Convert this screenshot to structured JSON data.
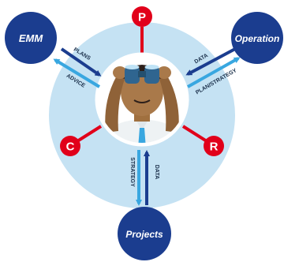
{
  "nodes": {
    "emm": "EMM",
    "operation": "Operation",
    "projects": "Projects"
  },
  "markers": {
    "p": "P",
    "c": "C",
    "r": "R"
  },
  "arrows": {
    "plans": "PLANS",
    "advice": "ADVICE",
    "data_right": "DATA",
    "plan_strategy": "PLAN/STRATEGY",
    "strategy": "STRATEGY",
    "data_bottom": "DATA"
  },
  "colors": {
    "dark_blue": "#1b3d8f",
    "light_blue": "#39a7e0",
    "halo": "#c5e2f3",
    "red": "#e1001a"
  }
}
